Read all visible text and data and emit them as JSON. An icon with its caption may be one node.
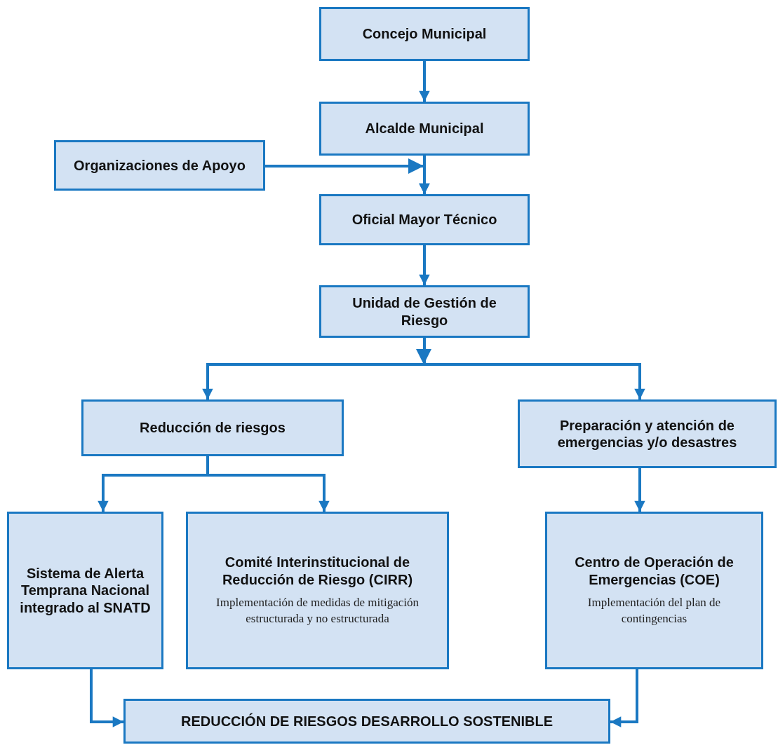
{
  "diagram": {
    "nodes": [
      {
        "text": [
          "Concejo Municipal"
        ]
      },
      {
        "text": [
          "Alcalde Municipal"
        ]
      },
      {
        "text": [
          "Organizaciones de Apoyo"
        ]
      },
      {
        "text": [
          "Oficial Mayor Técnico"
        ]
      },
      {
        "text": [
          "Unidad de Gestión de Riesgo"
        ]
      },
      {
        "text": [
          "Reducción de riesgos"
        ]
      },
      {
        "text": [
          "Preparación y atención de emergencias y/o desastres"
        ]
      },
      {
        "text": [
          "Sistema de Alerta Temprana Nacional integrado al SNATD"
        ]
      },
      {
        "text": [
          "Comité Interinstitucional de Reducción de Riesgo (CIRR)",
          "Implementación de medidas de mitigación estructurada y no estructurada"
        ]
      },
      {
        "text": [
          "Centro de Operación de Emergencias (COE)",
          "Implementación del plan de contingencias"
        ]
      },
      {
        "text": [
          "REDUCCIÓN DE RIESGOS DESARROLLO SOSTENIBLE"
        ]
      }
    ],
    "edges": [
      {
        "from": 0,
        "to": 1,
        "arrow": "to"
      },
      {
        "from": 1,
        "to": 3,
        "arrow": "to"
      },
      {
        "from": 2,
        "to": 3,
        "arrow": "to"
      },
      {
        "from": 3,
        "to": 4,
        "arrow": "to"
      },
      {
        "from": 4,
        "to": 5,
        "arrow": "to"
      },
      {
        "from": 4,
        "to": 6,
        "arrow": "to"
      },
      {
        "from": 5,
        "to": 7,
        "arrow": "to"
      },
      {
        "from": 5,
        "to": 8,
        "arrow": "to"
      },
      {
        "from": 6,
        "to": 9,
        "arrow": "to"
      },
      {
        "from": 7,
        "to": 10,
        "arrow": "to"
      },
      {
        "from": 9,
        "to": 10,
        "arrow": "to"
      }
    ]
  }
}
